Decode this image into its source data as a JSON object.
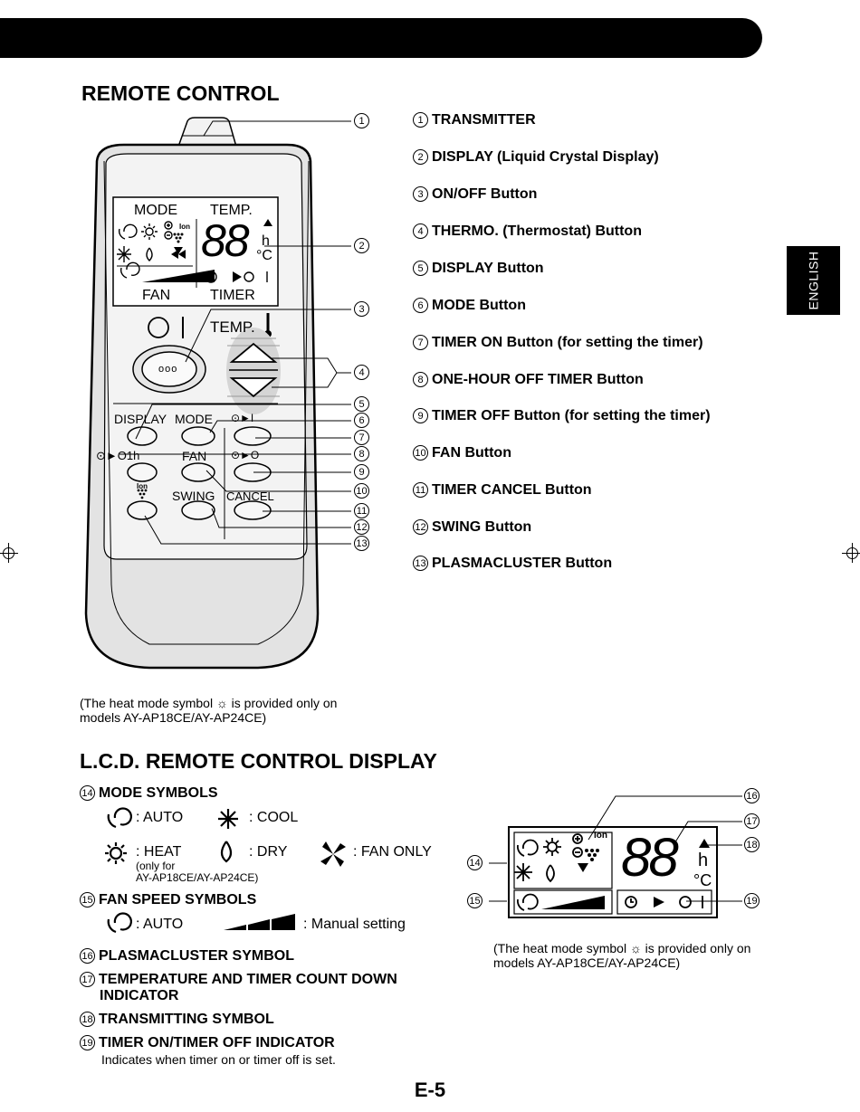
{
  "page": {
    "language_tab": "ENGLISH",
    "page_number": "E-5"
  },
  "remote": {
    "title": "REMOTE CONTROL",
    "lcd_mode": "MODE",
    "lcd_temp": "TEMP.",
    "lcd_fan": "FAN",
    "lcd_timer": "TIMER",
    "lcd_digits": "88",
    "lcd_h": "h",
    "lcd_deg": "°C",
    "lcd_ion": "Ion",
    "temp_label": "TEMP.",
    "onoff_label": "ooo",
    "btn_display": "DISPLAY",
    "btn_mode": "MODE",
    "btn_fan": "FAN",
    "btn_swing": "SWING",
    "btn_cancel": "CANCEL",
    "btn_timer_on": "⊙►I",
    "btn_timer_off": "⊙►O",
    "btn_onehour": "⊙►O1h",
    "btn_ion": "Ion",
    "note": "(The heat mode symbol ☼ is provided only on models AY-AP18CE/AY-AP24CE)"
  },
  "legend": [
    {
      "num": "1",
      "label": "TRANSMITTER"
    },
    {
      "num": "2",
      "label": "DISPLAY (Liquid Crystal Display)"
    },
    {
      "num": "3",
      "label": "ON/OFF Button"
    },
    {
      "num": "4",
      "label": "THERMO. (Thermostat) Button"
    },
    {
      "num": "5",
      "label": "DISPLAY Button"
    },
    {
      "num": "6",
      "label": "MODE Button"
    },
    {
      "num": "7",
      "label": "TIMER ON Button (for setting the timer)"
    },
    {
      "num": "8",
      "label": "ONE-HOUR OFF TIMER Button"
    },
    {
      "num": "9",
      "label": "TIMER OFF Button (for setting the timer)"
    },
    {
      "num": "10",
      "label": "FAN Button"
    },
    {
      "num": "11",
      "label": "TIMER CANCEL Button"
    },
    {
      "num": "12",
      "label": "SWING Button"
    },
    {
      "num": "13",
      "label": "PLASMACLUSTER Button"
    }
  ],
  "lcd_section": {
    "title": "L.C.D. REMOTE CONTROL DISPLAY",
    "items": [
      {
        "num": "14",
        "label": "MODE SYMBOLS"
      },
      {
        "num": "15",
        "label": "FAN SPEED SYMBOLS"
      },
      {
        "num": "16",
        "label": "PLASMACLUSTER SYMBOL"
      },
      {
        "num": "17",
        "label": "TEMPERATURE AND TIMER COUNT DOWN INDICATOR"
      },
      {
        "num": "18",
        "label": "TRANSMITTING SYMBOL"
      },
      {
        "num": "19",
        "label": "TIMER ON/TIMER OFF INDICATOR"
      }
    ],
    "mode_auto": ": AUTO",
    "mode_cool": ": COOL",
    "mode_heat": ": HEAT",
    "mode_dry": ": DRY",
    "mode_fan_only": ": FAN ONLY",
    "heat_note_1": "(only for",
    "heat_note_2": "AY-AP18CE/AY-AP24CE)",
    "fan_auto": ": AUTO",
    "fan_manual": ": Manual setting",
    "timer_desc": "Indicates when timer on or timer off is set.",
    "note": "(The heat mode symbol ☼ is provided only on models AY-AP18CE/AY-AP24CE)",
    "big_digits": "88",
    "big_h": "h",
    "big_deg": "°C",
    "big_ion": "Ion"
  }
}
